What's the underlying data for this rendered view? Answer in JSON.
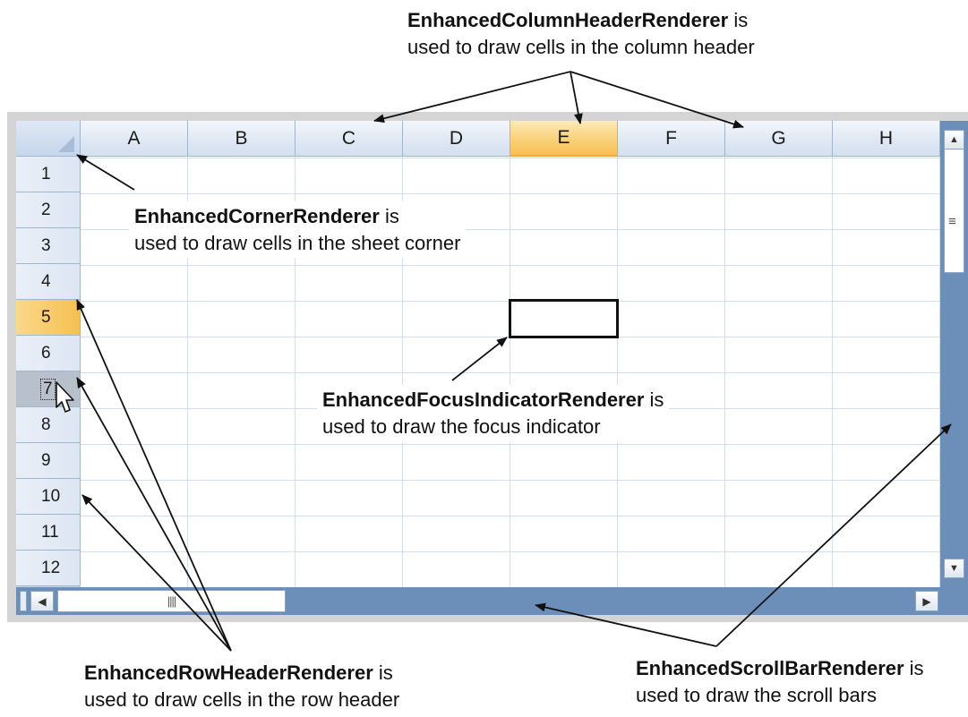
{
  "spreadsheet": {
    "columns": [
      "A",
      "B",
      "C",
      "D",
      "E",
      "F",
      "G",
      "H"
    ],
    "selected_column": "E",
    "rows": [
      "1",
      "2",
      "3",
      "4",
      "5",
      "6",
      "7",
      "8",
      "9",
      "10",
      "11",
      "12"
    ],
    "selected_row": "5",
    "hot_row": "7"
  },
  "callouts": {
    "column_header": {
      "name": "EnhancedColumnHeaderRenderer",
      "suffix": " is",
      "line2": "used to draw cells in the column header"
    },
    "corner": {
      "name": "EnhancedCornerRenderer",
      "suffix": " is",
      "line2": "used to draw cells in the sheet corner"
    },
    "focus": {
      "name": "EnhancedFocusIndicatorRenderer",
      "suffix": " is",
      "line2": "used to draw the focus indicator"
    },
    "row_header": {
      "name": "EnhancedRowHeaderRenderer",
      "suffix": " is",
      "line2": "used to draw cells in the row header"
    },
    "scrollbar": {
      "name": "EnhancedScrollBarRenderer",
      "suffix": " is",
      "line2": "used to draw the scroll bars"
    }
  },
  "icons": {
    "scroll_up": "triangle-up-icon",
    "scroll_down": "triangle-down-icon",
    "scroll_left": "triangle-left-icon",
    "scroll_right": "triangle-right-icon",
    "cursor": "mouse-pointer-icon"
  },
  "colors": {
    "header_fill": "#dfe8f4",
    "selected_header": "#f6c052",
    "scrollbar": "#6c8fba",
    "gridline": "#d6dde6"
  }
}
